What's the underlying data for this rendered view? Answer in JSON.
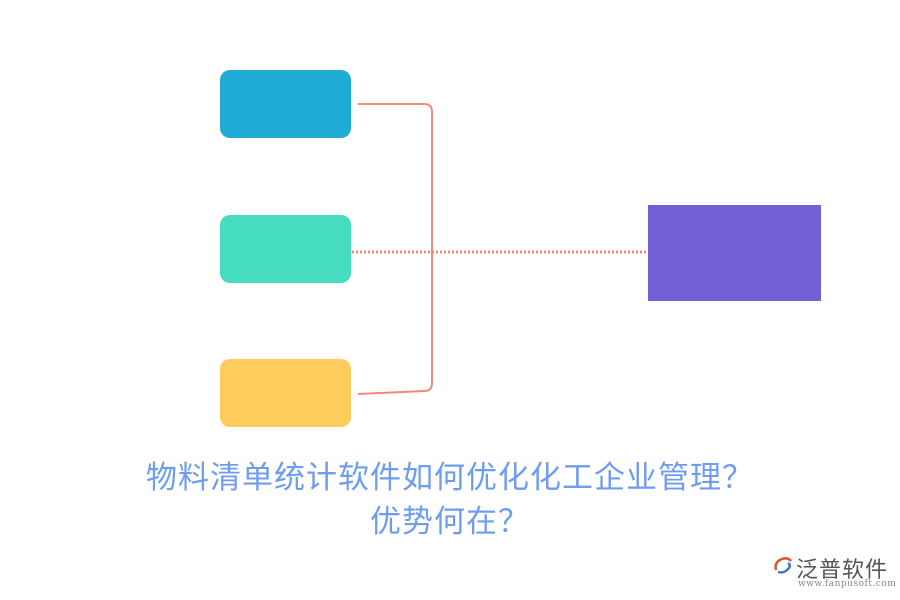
{
  "title": {
    "line1": "物料清单统计软件如何优化化工企业管理？",
    "line2": "优势何在？"
  },
  "logo": {
    "brand": "泛普软件",
    "url": "www.fanpusoft.com"
  },
  "colors": {
    "box1": "#1fabd3",
    "box2": "#45dcc0",
    "box3": "#fecc5c",
    "target": "#745fd6",
    "connector": "#ef8c73",
    "title": "#6e9df0"
  }
}
